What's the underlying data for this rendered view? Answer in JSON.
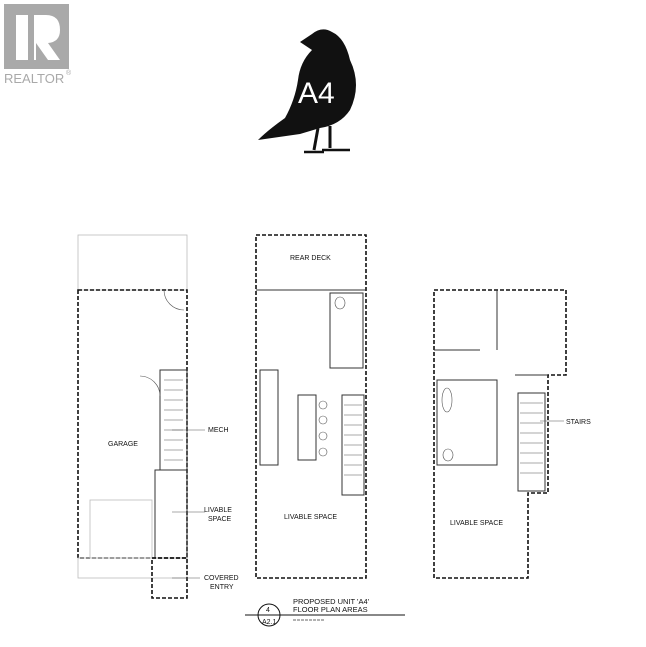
{
  "logo": {
    "text": "REALTOR",
    "mark": "®"
  },
  "badge": {
    "text": "A4"
  },
  "plans": {
    "ground": {
      "garage": "GARAGE",
      "mech": "MECH",
      "livable_1": "LIVABLE",
      "livable_2": "SPACE",
      "covered_1": "COVERED",
      "covered_2": "ENTRY"
    },
    "main": {
      "rear_deck": "REAR DECK",
      "livable": "LIVABLE SPACE"
    },
    "upper": {
      "stairs": "STAIRS",
      "livable": "LIVABLE SPACE"
    }
  },
  "title_block": {
    "detail_number": "4",
    "sheet": "A2.1",
    "line1": "PROPOSED UNIT 'A4'",
    "line2": "FLOOR PLAN AREAS"
  }
}
